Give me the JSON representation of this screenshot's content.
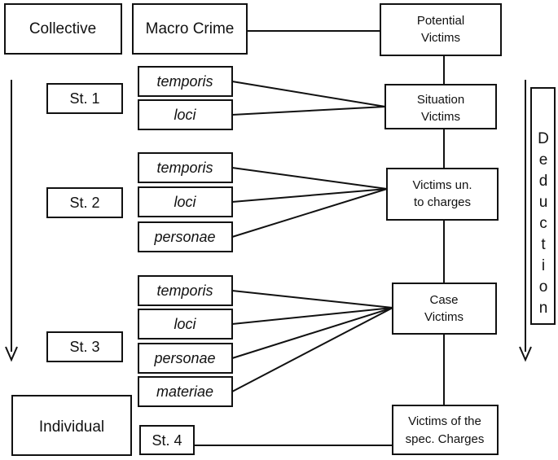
{
  "levels": {
    "collective": "Collective",
    "individual": "Individual"
  },
  "macro_crime": "Macro Crime",
  "stages": {
    "st1": "St. 1",
    "st2": "St. 2",
    "st3": "St. 3",
    "st4": "St. 4"
  },
  "criteria": {
    "stage1": [
      "temporis",
      "loci"
    ],
    "stage2": [
      "temporis",
      "loci",
      "personae"
    ],
    "stage3": [
      "temporis",
      "loci",
      "personae",
      "materiae"
    ]
  },
  "victims": {
    "potential": [
      "Potential",
      "Victims"
    ],
    "situation": [
      "Situation",
      "Victims"
    ],
    "unrelated": [
      "Victims un.",
      "to charges"
    ],
    "case": [
      "Case",
      "Victims"
    ],
    "specific": [
      "Victims of the",
      "spec. Charges"
    ]
  },
  "deduction_letters": [
    "D",
    "e",
    "d",
    "u",
    "c",
    "t",
    "i",
    "o",
    "n"
  ]
}
